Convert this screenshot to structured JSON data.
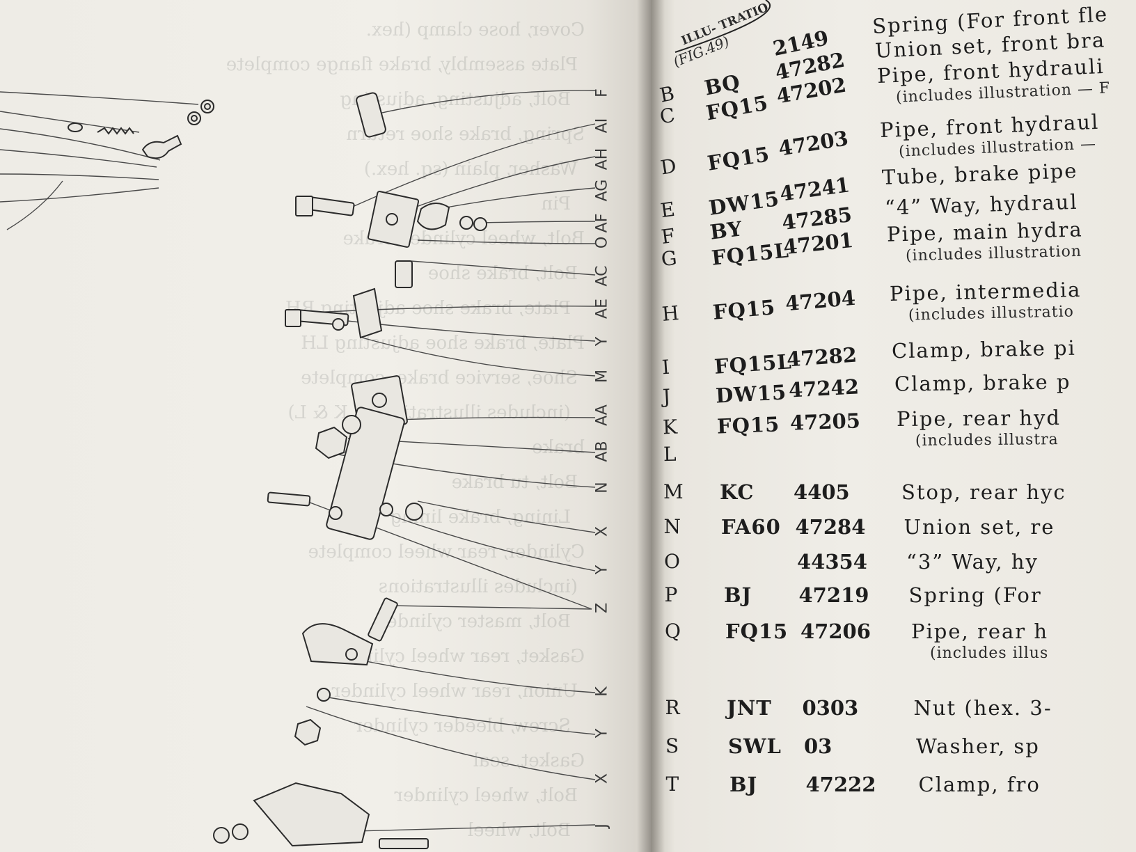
{
  "left_page": {
    "callouts": [
      "F",
      "AI",
      "AH",
      "AG",
      "AF",
      "O",
      "AC",
      "AE",
      "Y",
      "M",
      "AA",
      "AB",
      "N",
      "X",
      "Y",
      "Z",
      "K",
      "Y",
      "X",
      "J"
    ],
    "bleed_text": [
      "Cover, hose clamp (hex.",
      "Plate assembly, brake flange complete",
      "Bolt, adjusting, adjusting",
      "Spring, brake shoe return",
      "Washer, plain (sq. hex.)",
      "Pin",
      "Bolt, wheel cylinder brake",
      "Bolt, brake shoe",
      "Plate, brake shoe adjusting RH",
      "Plate, brake shoe adjusting LH",
      "Shoe, service brake, complete",
      "(includes illustrations J, K & L)",
      "brake",
      "Bolt, tu brake",
      "Lining, brake lining",
      "Cylinder, rear wheel complete",
      "(includes illustrations",
      "Bolt, master cylinder",
      "Gasket, rear wheel cylinder",
      "Union, rear wheel cylinder",
      "Screw, bleeder cylinder",
      "Gasket, seal",
      "Bolt, wheel cylinder",
      "Bolt, wheel"
    ]
  },
  "right_page": {
    "header_corner": "ILLU- TRATIO",
    "fig_label": "(FIG.49)",
    "rows": [
      {
        "letter": "",
        "code": "",
        "num": "2149",
        "desc": "Spring (For front fle"
      },
      {
        "letter": "B",
        "code": "BQ",
        "num": "47282",
        "desc": "Union set, front bra"
      },
      {
        "letter": "C",
        "code": "FQ15",
        "num": "47202",
        "desc": "Pipe, front hydrauli",
        "sub": "(includes illustration — F"
      },
      {
        "letter": "D",
        "code": "FQ15",
        "num": "47203",
        "desc": "Pipe, front hydraul",
        "sub": "(includes illustration —"
      },
      {
        "letter": "E",
        "code": "DW15",
        "num": "47241",
        "desc": "Tube, brake pipe"
      },
      {
        "letter": "F",
        "code": "BY",
        "num": "47285",
        "desc": "“4” Way, hydraul"
      },
      {
        "letter": "G",
        "code": "FQ15L",
        "num": "47201",
        "desc": "Pipe, main hydra",
        "sub": "(includes illustration"
      },
      {
        "letter": "H",
        "code": "FQ15",
        "num": "47204",
        "desc": "Pipe, intermedia",
        "sub": "(includes illustratio"
      },
      {
        "letter": "I",
        "code": "FQ15L",
        "num": "47282",
        "desc": "Clamp, brake pi"
      },
      {
        "letter": "J",
        "code": "DW15",
        "num": "47242",
        "desc": "Clamp, brake p"
      },
      {
        "letter": "K",
        "code": "FQ15",
        "num": "47205",
        "desc": "Pipe, rear hyd",
        "sub": "(includes illustra"
      },
      {
        "letter": "L",
        "code": "",
        "num": "",
        "desc": ""
      },
      {
        "letter": "M",
        "code": "KC",
        "num": "4405",
        "desc": "Stop, rear hyc"
      },
      {
        "letter": "N",
        "code": "FA60",
        "num": "47284",
        "desc": "Union set, re"
      },
      {
        "letter": "O",
        "code": "",
        "num": "44354",
        "desc": "“3” Way, hy"
      },
      {
        "letter": "P",
        "code": "BJ",
        "num": "47219",
        "desc": "Spring (For"
      },
      {
        "letter": "Q",
        "code": "FQ15",
        "num": "47206",
        "desc": "Pipe, rear h",
        "sub": "(includes illus"
      },
      {
        "letter": "R",
        "code": "JNT",
        "num": "0303",
        "desc": "Nut (hex. 3-"
      },
      {
        "letter": "S",
        "code": "SWL",
        "num": "03",
        "desc": "Washer, sp"
      },
      {
        "letter": "T",
        "code": "BJ",
        "num": "47222",
        "desc": "Clamp, fro"
      }
    ]
  }
}
